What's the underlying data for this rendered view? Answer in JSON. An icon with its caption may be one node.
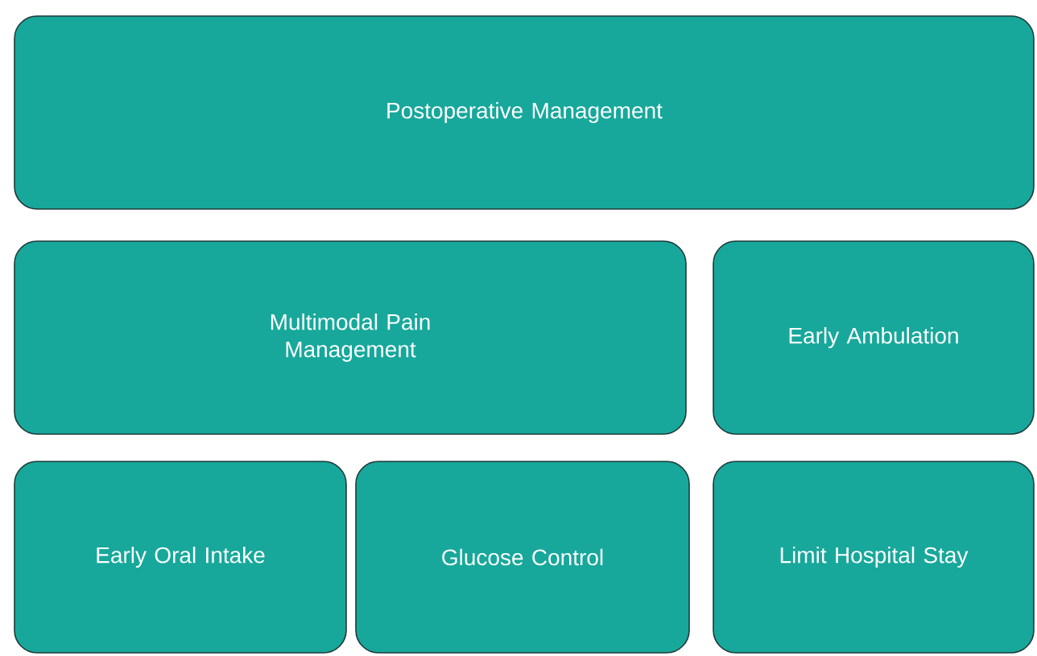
{
  "diagram": {
    "nodes": [
      {
        "text": [
          "Postoperative Management"
        ]
      },
      {
        "text": [
          "Multimodal Pain Management"
        ]
      },
      {
        "text": [
          "Early Ambulation"
        ]
      },
      {
        "text": [
          "Early Oral Intake"
        ]
      },
      {
        "text": [
          "Glucose Control"
        ]
      },
      {
        "text": [
          "Limit Hospital Stay"
        ]
      }
    ]
  }
}
